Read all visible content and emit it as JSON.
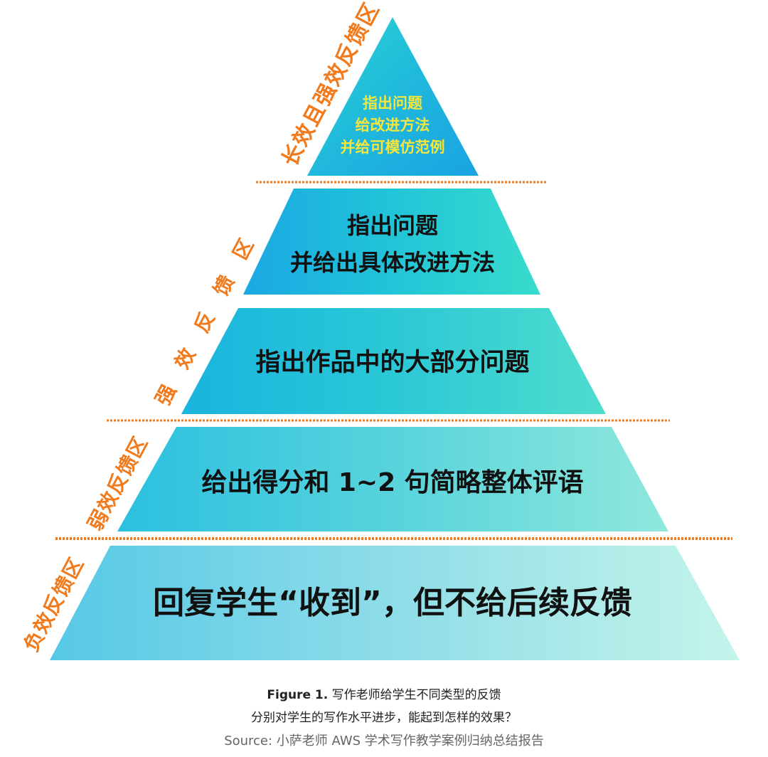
{
  "pyramid": {
    "tier1": {
      "lines": [
        "指出问题",
        "给改进方法",
        "并给可模仿范例"
      ]
    },
    "tier2": {
      "lines": [
        "指出问题",
        "并给出具体改进方法"
      ]
    },
    "tier3": {
      "text": "指出作品中的大部分问题"
    },
    "tier4": {
      "text": "给出得分和 1~2 句简略整体评语"
    },
    "tier5": {
      "text": "回复学生“收到”，但不给后续反馈"
    }
  },
  "zones": {
    "long_strong": "长效且强效反馈区",
    "strong": "强效反馈区",
    "weak": "弱效反馈区",
    "negative": "负效反馈区"
  },
  "caption": {
    "figure_label": "Figure 1.",
    "line1": "写作老师给学生不同类型的反馈",
    "line2": "分别对学生的写作水平进步，能起到怎样的效果？",
    "source": "Source: 小萨老师 AWS 学术写作教学案例归纳总结报告"
  },
  "colors": {
    "tier_top": "#1ec9c9",
    "tier_light": "#bff3ec",
    "tier_blue": "#1fa7e0",
    "zone_label": "#f07a1c",
    "divider": "#f07a1c",
    "tier1_text": "#f5e63c"
  }
}
